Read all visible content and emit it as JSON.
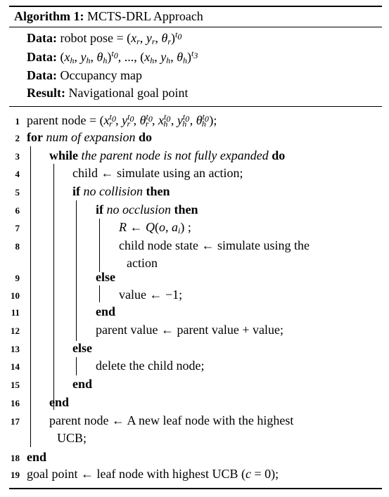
{
  "caption": {
    "label": "Algorithm 1:",
    "title": "MCTS-DRL Approach"
  },
  "header": {
    "data_kw": "Data:",
    "result_kw": "Result:",
    "robot_pose_text": "robot pose =",
    "occupancy_map": "Occupancy map",
    "result_text": "Navigational goal point"
  },
  "keywords": {
    "for": "for",
    "while": "while",
    "do": "do",
    "if": "if",
    "then": "then",
    "else": "else",
    "end": "end"
  },
  "line_numbers": [
    "1",
    "2",
    "3",
    "4",
    "5",
    "6",
    "7",
    "8",
    "9",
    "10",
    "11",
    "12",
    "13",
    "14",
    "15",
    "16",
    "17",
    "18",
    "19"
  ],
  "lines": {
    "l1_text": "parent node =",
    "l2_cond": "num of expansion",
    "l3_cond": "the parent node is not fully expanded",
    "l4_text": "child ← simulate using an action;",
    "l5_cond": "no collision",
    "l6_cond": "no occlusion",
    "l8_text": "child node state ← simulate using the",
    "l8_cont": "action",
    "l10_text": "value ← −1;",
    "l12_text": "parent value ← parent value + value;",
    "l14_text": "delete the child node;",
    "l17_text": "parent node ← A new leaf node with the highest",
    "l17_cont": "UCB;",
    "l19_text": "goal point ← leaf node with highest UCB",
    "l19_cond": "(c = 0);"
  }
}
